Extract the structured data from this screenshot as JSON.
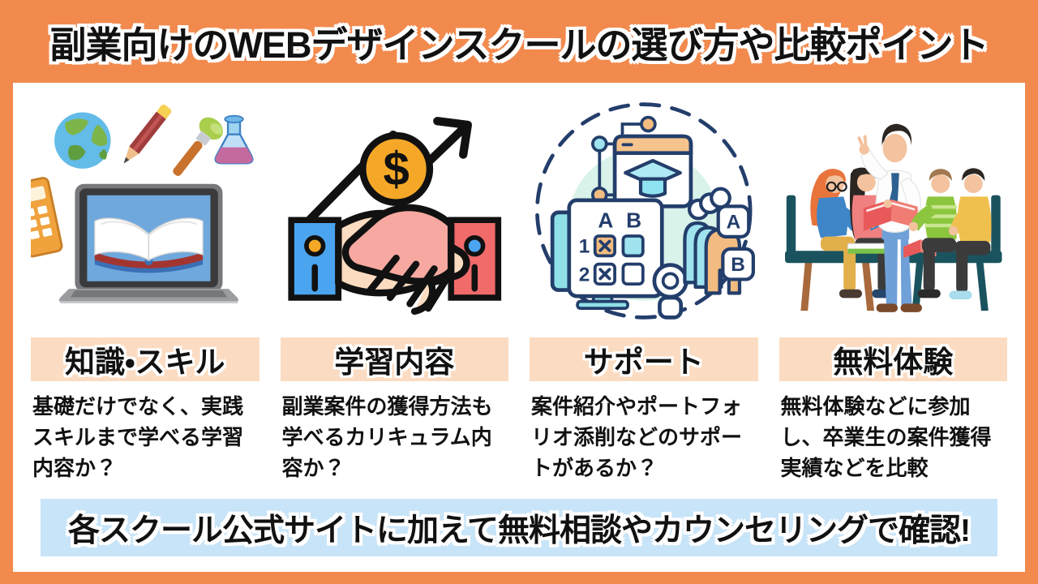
{
  "title": "副業向けのWEBデザインスクールの選び方や比較ポイント",
  "footer": "各スクール公式サイトに加えて無料相談やカウンセリングで確認!",
  "columns": [
    {
      "label": "知識・スキル",
      "description": "基礎だけでなく、実践スキルまで学べる学習内容か？",
      "illustration": "laptop-open-book-with-study-icons"
    },
    {
      "label": "学習内容",
      "description": "副業案件の獲得方法も学べるカリキュラム内容か？",
      "illustration": "money-handshake-with-rising-arrow"
    },
    {
      "label": "サポート",
      "description": "案件紹介やポートフォリオ添削などのサポートがあるか？",
      "illustration": "online-learning-support-checklist"
    },
    {
      "label": "無料体験",
      "description": "無料体験などに参加し、卒業生の案件獲得実績などを比較",
      "illustration": "group-lesson-with-instructor"
    }
  ],
  "colors": {
    "frame_orange": "#F28A4E",
    "label_peach": "#FBDCC2",
    "footer_blue": "#C8E4F8",
    "text_black": "#111111",
    "outline_white": "#FFFFFF"
  }
}
